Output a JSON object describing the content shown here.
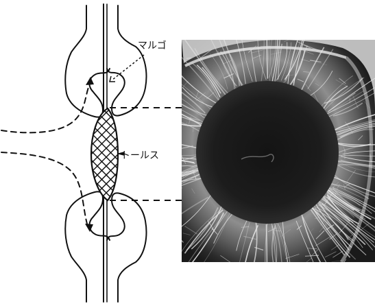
{
  "labels": {
    "margo": "マルゴ",
    "torus": "トールス"
  },
  "micrograph": {
    "kind": "scanning electron micrograph of a bordered pit membrane",
    "tone": "grayscale"
  },
  "colors": {
    "ink": "#111111",
    "background": "#ffffff"
  }
}
